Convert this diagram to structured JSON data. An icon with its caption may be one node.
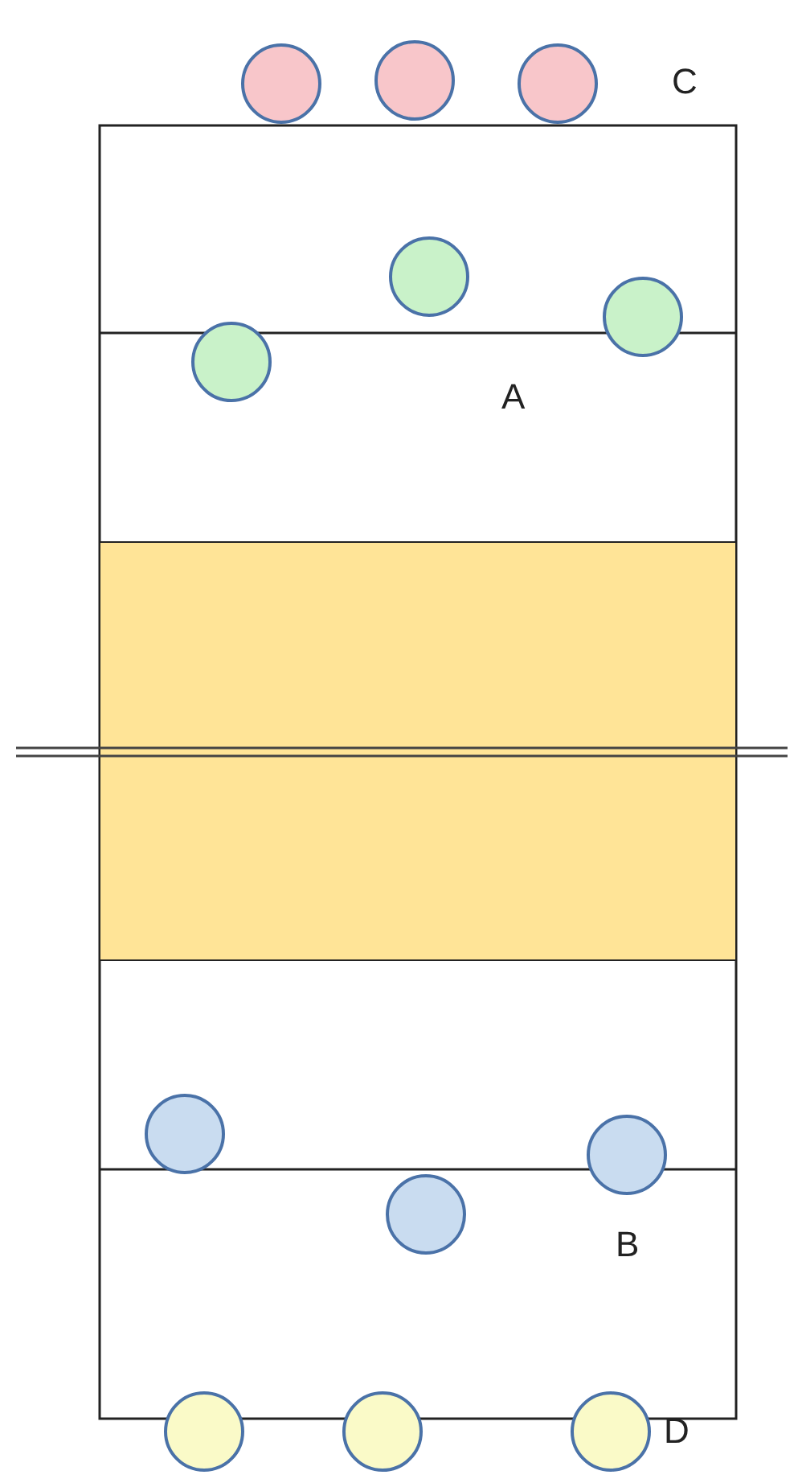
{
  "diagram": {
    "labels": [
      "C",
      "A",
      "B",
      "D"
    ]
  }
}
